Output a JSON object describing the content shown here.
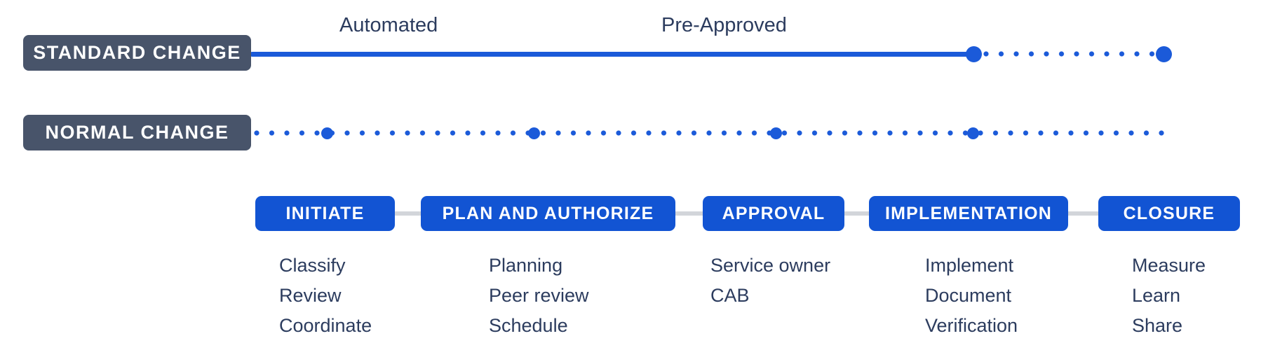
{
  "colors": {
    "accent_blue": "#1b5ad9",
    "chip_blue": "#1254d3",
    "slate": "#48546a",
    "navy": "#2c3c5e",
    "connector_gray": "#d2d5da",
    "background": "#ffffff"
  },
  "tracks": [
    {
      "label": "STANDARD CHANGE"
    },
    {
      "label": "NORMAL CHANGE"
    }
  ],
  "phase_labels": [
    "Automated",
    "Pre-Approved"
  ],
  "stages": [
    {
      "label": "INITIATE",
      "items": [
        "Classify",
        "Review",
        "Coordinate"
      ]
    },
    {
      "label": "PLAN AND AUTHORIZE",
      "items": [
        "Planning",
        "Peer review",
        "Schedule"
      ]
    },
    {
      "label": "APPROVAL",
      "items": [
        "Service owner",
        "CAB"
      ]
    },
    {
      "label": "IMPLEMENTATION",
      "items": [
        "Implement",
        "Document",
        "Verification"
      ]
    },
    {
      "label": "CLOSURE",
      "items": [
        "Measure",
        "Learn",
        "Share"
      ]
    }
  ]
}
